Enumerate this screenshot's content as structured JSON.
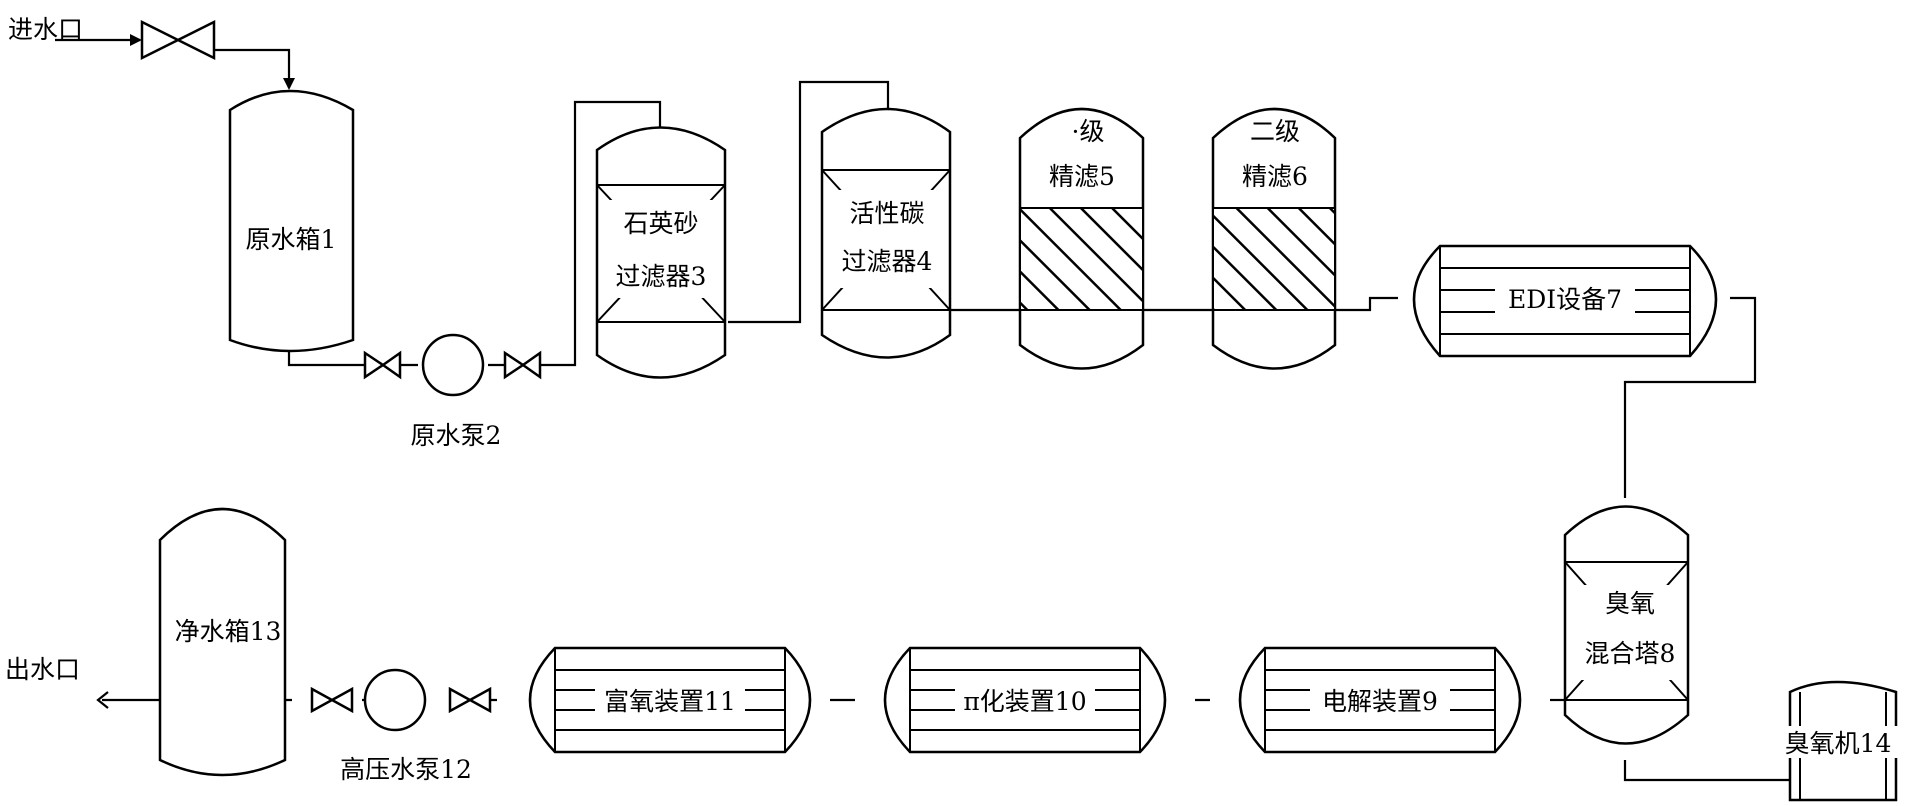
{
  "inlet": "进水口",
  "outlet": "出水口",
  "raw_tank": "原水箱1",
  "raw_pump": "原水泵2",
  "quartz_filter": [
    "石英砂",
    "过滤器3"
  ],
  "carbon_filter": [
    "活性碳",
    "过滤器4"
  ],
  "fine_filter_1": [
    "·级",
    "精滤5"
  ],
  "fine_filter_2": [
    "二级",
    "精滤6"
  ],
  "edi": "EDI设备7",
  "ozone_tower": [
    "臭氧",
    "混合塔8"
  ],
  "electrolysis": "电解装置9",
  "pi_device": "π化装置10",
  "high_oxygen": "富氧装置11",
  "hp_pump": "高压水泵12",
  "clean_tank": "净水箱13",
  "ozone_generator": "臭氧机14"
}
